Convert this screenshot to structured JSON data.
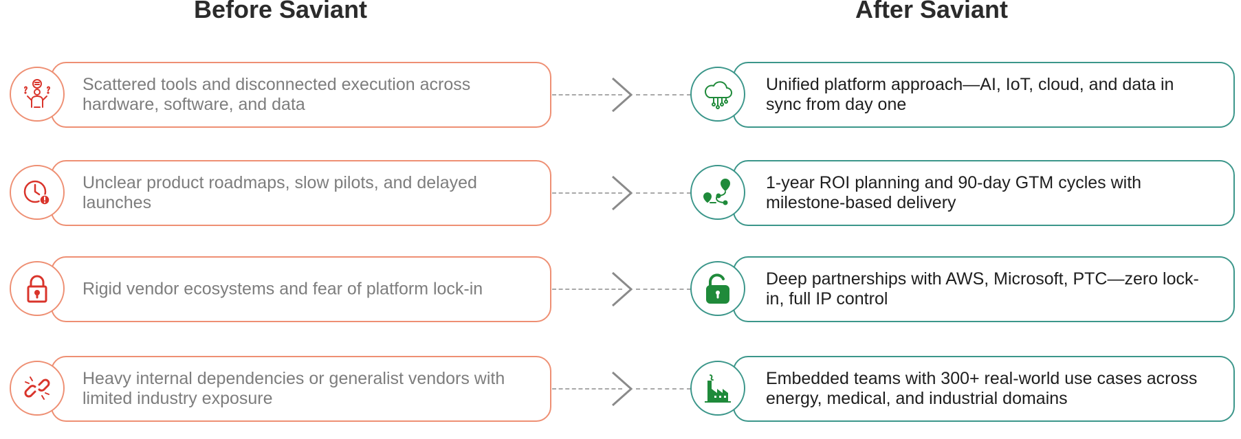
{
  "titles": {
    "before": "Before Saviant",
    "after": "After Saviant"
  },
  "colors": {
    "before_accent": "#ee8f73",
    "before_icon": "#d9342b",
    "after_accent": "#3b968a",
    "after_icon": "#1f8a3a"
  },
  "rows": [
    {
      "before": {
        "text": "Scattered tools and disconnected execution across hardware, software, and data",
        "icon": "confused-person-icon"
      },
      "after": {
        "text": "Unified platform approach—AI, IoT, cloud, and data in sync from day one",
        "icon": "cloud-circuit-icon"
      }
    },
    {
      "before": {
        "text": "Unclear product roadmaps, slow pilots, and delayed launches",
        "icon": "clock-alert-icon"
      },
      "after": {
        "text": "1-year ROI planning and 90-day GTM cycles with milestone-based delivery",
        "icon": "route-map-icon"
      }
    },
    {
      "before": {
        "text": "Rigid vendor ecosystems and fear of platform lock-in",
        "icon": "lock-icon"
      },
      "after": {
        "text": "Deep partnerships with AWS, Microsoft, PTC—zero lock-in, full IP control",
        "icon": "unlock-icon"
      }
    },
    {
      "before": {
        "text": "Heavy internal dependencies or generalist vendors with limited industry exposure",
        "icon": "broken-chain-icon"
      },
      "after": {
        "text": "Embedded teams with 300+ real-world use cases across energy, medical, and industrial domains",
        "icon": "factory-icon"
      }
    }
  ]
}
